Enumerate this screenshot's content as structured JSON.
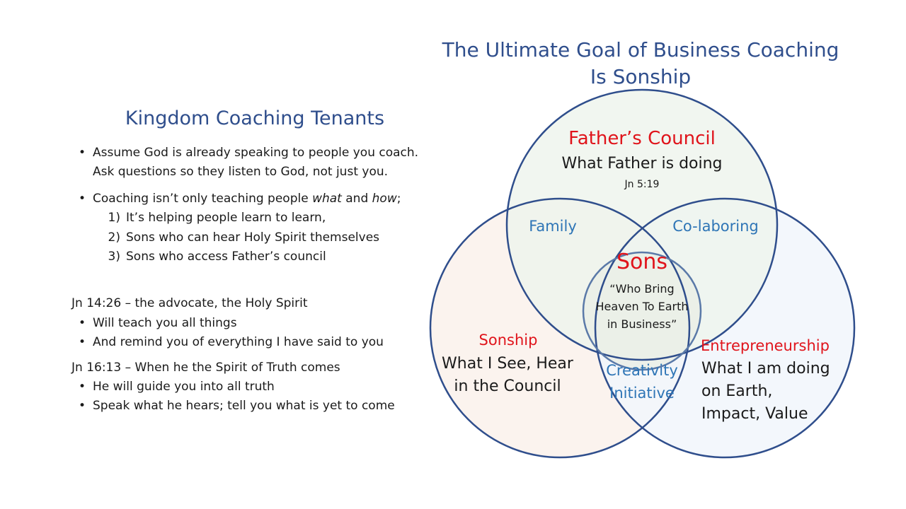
{
  "title": {
    "line1": "The Ultimate Goal of Business Coaching",
    "line2": "Is Sonship"
  },
  "left": {
    "heading": "Kingdom Coaching Tenants",
    "bullet1_line1": "Assume God is already speaking to people you coach.",
    "bullet1_line2": "Ask questions so they listen to God, not just you.",
    "bullet2_pre": "Coaching isn’t only teaching people ",
    "bullet2_what": "what",
    "bullet2_mid": " and ",
    "bullet2_how": "how",
    "bullet2_post": ";",
    "numbered": [
      {
        "n": "1)",
        "text": "It’s helping people learn to learn,"
      },
      {
        "n": "2)",
        "text": "Sons who can hear Holy Spirit themselves"
      },
      {
        "n": "3)",
        "text": "Sons who access Father’s council"
      }
    ],
    "ref1": "Jn 14:26 – the advocate, the Holy Spirit",
    "ref1_bullets": [
      "Will teach you all things",
      "And remind you of everything I have said to you"
    ],
    "ref2": "Jn 16:13 – When he the Spirit of Truth comes",
    "ref2_bullets": [
      "He will guide you into all truth",
      "Speak what he hears; tell you what is yet to come"
    ]
  },
  "venn": {
    "colors": {
      "outline": "#2f4e8c",
      "top_fill": "#eef4ec",
      "left_fill": "#fbf3ee",
      "right_fill": "#f1f6fb",
      "center_fill": "#eaefe6",
      "red": "#e0141b",
      "blue": "#2e75b6"
    },
    "top_title": "Father’s Council",
    "top_sub": "What Father is doing",
    "top_ref": "Jn 5:19",
    "family": "Family",
    "colaboring": "Co-laboring",
    "center_title": "Sons",
    "center_quote": [
      "“Who Bring",
      "Heaven To Earth",
      "in Business”"
    ],
    "left_title": "Sonship",
    "left_sub": [
      "What I See, Hear",
      "in the Council"
    ],
    "bottom": [
      "Creativity",
      "Initiative"
    ],
    "right_title": "Entrepreneurship",
    "right_sub": [
      "What I am doing",
      "on Earth,",
      "Impact, Value"
    ]
  }
}
